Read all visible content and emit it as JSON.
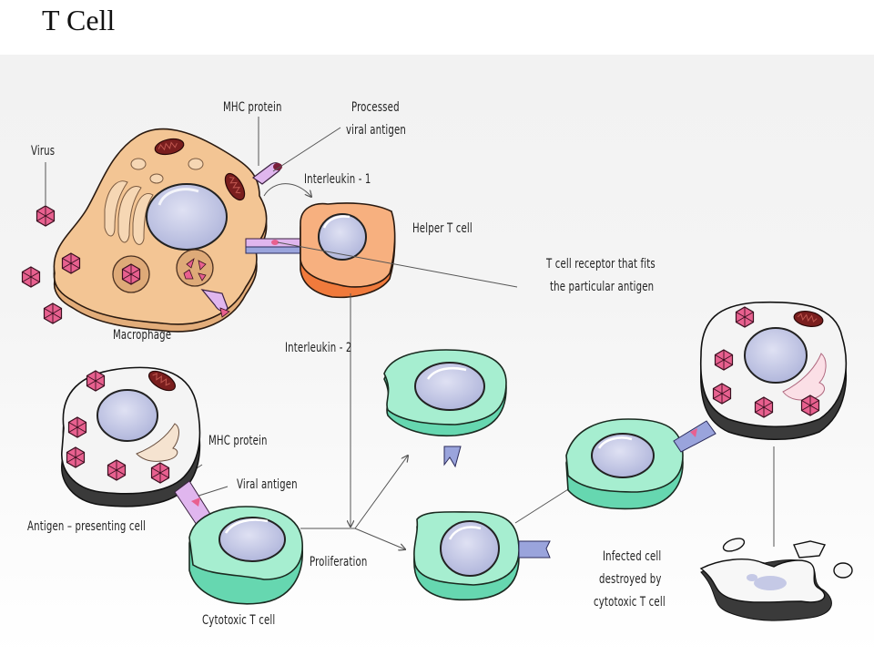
{
  "title": "T Cell",
  "labels": {
    "virus": "Virus",
    "mhc_protein_top": "MHC protein",
    "processed_antigen_line1": "Processed",
    "processed_antigen_line2": "viral  antigen",
    "interleukin1": "Interleukin  - 1",
    "helper_t_cell": "Helper  T cell",
    "receptor_line1": "T cell  receptor  that  fits",
    "receptor_line2": "the  particular  antigen",
    "macrophage": "Macrophage",
    "interleukin2": "Interleukin  - 2",
    "mhc_protein_bottom": "MHC protein",
    "viral_antigen": "Viral  antigen",
    "antigen_presenting_cell": "Antigen  – presenting  cell",
    "proliferation": "Proliferation",
    "cytotoxic_t_cell": "Cytotoxic  T cell",
    "infected_line1": "Infected  cell",
    "infected_line2": "destroyed  by",
    "infected_line3": "cytotoxic  T cell"
  },
  "colors": {
    "macrophage": "#f3c594",
    "helper": "#f7b07f",
    "helper_base": "#f07a3c",
    "cytotoxic": "#a6eed0",
    "cytotoxic_base": "#66d7b0",
    "nucleus": "#c5c9e6",
    "virus": "#e8608f",
    "mhc": "#e0b6ee",
    "receptor": "#9aa4dc",
    "infected": "#f7f7f7",
    "infected_base": "#3a3a3a"
  }
}
